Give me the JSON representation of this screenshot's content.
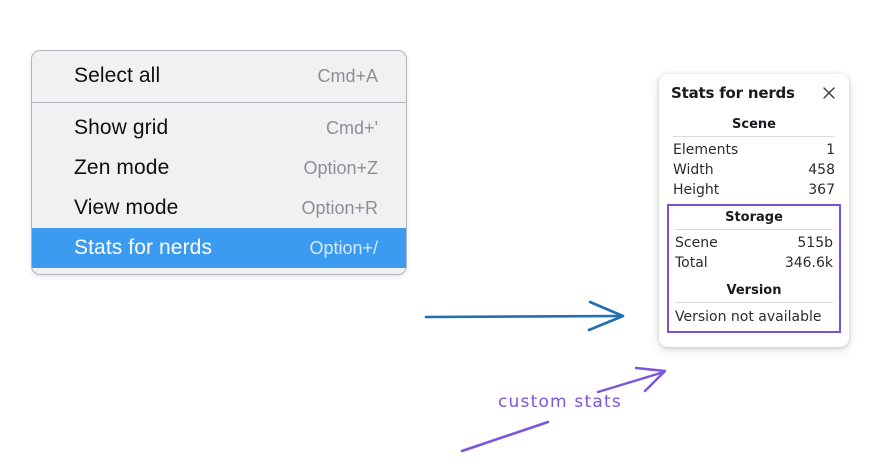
{
  "menu": {
    "groups": [
      {
        "items": [
          {
            "label": "Select all",
            "shortcut": "Cmd+A",
            "selected": false
          }
        ]
      },
      {
        "items": [
          {
            "label": "Show grid",
            "shortcut": "Cmd+'",
            "selected": false
          },
          {
            "label": "Zen mode",
            "shortcut": "Option+Z",
            "selected": false
          },
          {
            "label": "View mode",
            "shortcut": "Option+R",
            "selected": false
          },
          {
            "label": "Stats for nerds",
            "shortcut": "Option+/",
            "selected": true
          }
        ]
      }
    ],
    "items": {
      "select_all": {
        "label": "Select all",
        "shortcut": "Cmd+A"
      },
      "show_grid": {
        "label": "Show grid",
        "shortcut": "Cmd+'"
      },
      "zen_mode": {
        "label": "Zen mode",
        "shortcut": "Option+Z"
      },
      "view_mode": {
        "label": "View mode",
        "shortcut": "Option+R"
      },
      "stats_for_nerds": {
        "label": "Stats for nerds",
        "shortcut": "Option+/"
      }
    },
    "highlight_color": "#3b9bf0",
    "background_color": "#f0f1f3"
  },
  "stats_panel": {
    "title": "Stats for nerds",
    "close_icon": "close-icon",
    "sections": [
      {
        "title": "Scene",
        "rows": [
          {
            "key": "Elements",
            "value": "1"
          },
          {
            "key": "Width",
            "value": "458"
          },
          {
            "key": "Height",
            "value": "367"
          }
        ]
      },
      {
        "title": "Storage",
        "rows": [
          {
            "key": "Scene",
            "value": "515b"
          },
          {
            "key": "Total",
            "value": "346.6k"
          }
        ]
      },
      {
        "title": "Version",
        "text": "Version not available"
      }
    ],
    "scene": {
      "title": "Scene",
      "elements_label": "Elements",
      "elements_value": "1",
      "width_label": "Width",
      "width_value": "458",
      "height_label": "Height",
      "height_value": "367"
    },
    "storage": {
      "title": "Storage",
      "scene_label": "Scene",
      "scene_value": "515b",
      "total_label": "Total",
      "total_value": "346.6k"
    },
    "version": {
      "title": "Version",
      "text": "Version not available"
    },
    "highlight_border_color": "#7a52d6"
  },
  "annotations": {
    "handwritten_label": "custom stats",
    "blue_arrow_color": "#1f6fb4",
    "purple_color": "#7b55dd"
  }
}
